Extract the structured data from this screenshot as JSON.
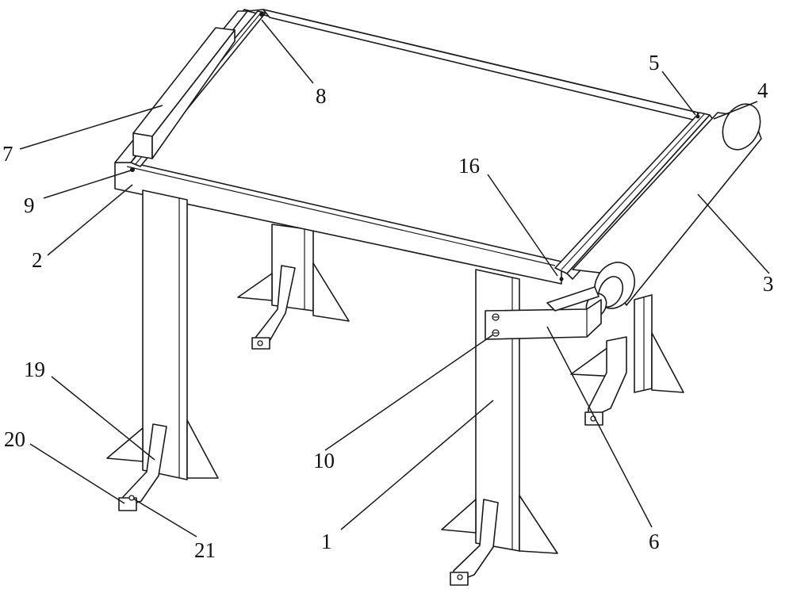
{
  "labels": {
    "l1": "1",
    "l2": "2",
    "l3": "3",
    "l4": "4",
    "l5": "5",
    "l6": "6",
    "l7": "7",
    "l8": "8",
    "l9": "9",
    "l10": "10",
    "l16": "16",
    "l19": "19",
    "l20": "20",
    "l21": "21"
  }
}
